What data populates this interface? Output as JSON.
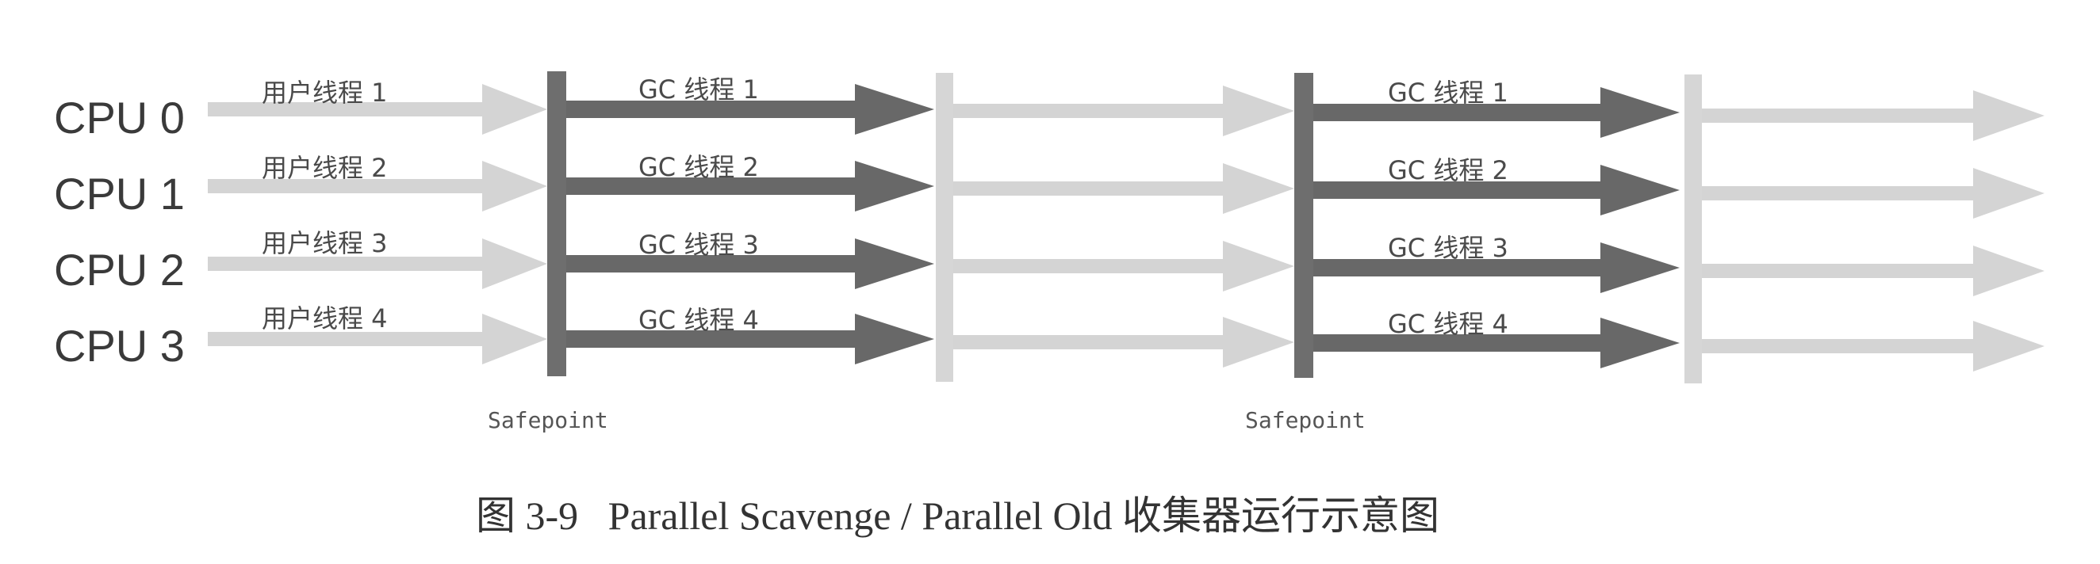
{
  "cpus": [
    "CPU 0",
    "CPU 1",
    "CPU 2",
    "CPU 3"
  ],
  "user_threads": [
    "用户线程 1",
    "用户线程 2",
    "用户线程 3",
    "用户线程 4"
  ],
  "gc_threads": [
    "GC 线程 1",
    "GC 线程 2",
    "GC 线程 3",
    "GC 线程 4"
  ],
  "safepoint_label": "Safepoint",
  "caption": "图 3-9   Parallel Scavenge / Parallel Old 收集器运行示意图",
  "colors": {
    "user_arrow": "#d4d4d4",
    "gc_arrow": "#686868",
    "safepoint_bar": "#6e6e6e",
    "resume_bar": "#d6d6d6",
    "text": "#333333"
  }
}
